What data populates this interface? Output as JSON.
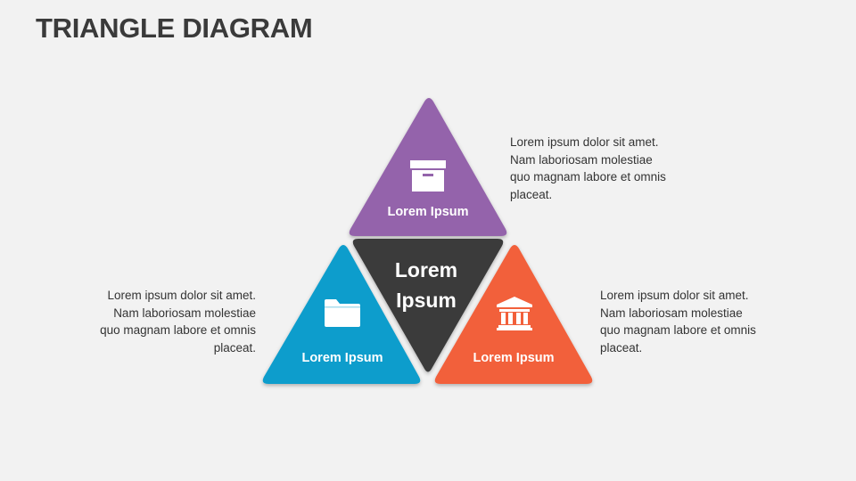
{
  "title": "TRIANGLE DIAGRAM",
  "colors": {
    "top": "#9464ab",
    "left": "#0a9dcc",
    "right": "#f2603a",
    "center": "#3b3b3b",
    "background": "#f2f2f2"
  },
  "triangles": {
    "top": {
      "label": "Lorem Ipsum",
      "icon": "archive-box-icon"
    },
    "left": {
      "label": "Lorem Ipsum",
      "icon": "folder-icon"
    },
    "right": {
      "label": "Lorem Ipsum",
      "icon": "bank-icon"
    },
    "center": {
      "label_line1": "Lorem",
      "label_line2": "Ipsum"
    }
  },
  "descriptions": {
    "top_right": "Lorem ipsum dolor sit amet. Nam laboriosam molestiae quo magnam labore et omnis placeat.",
    "bottom_left": "Lorem ipsum dolor sit amet. Nam laboriosam molestiae quo magnam labore et omnis placeat.",
    "bottom_right": "Lorem ipsum dolor sit amet. Nam laboriosam molestiae quo magnam labore et omnis placeat."
  }
}
